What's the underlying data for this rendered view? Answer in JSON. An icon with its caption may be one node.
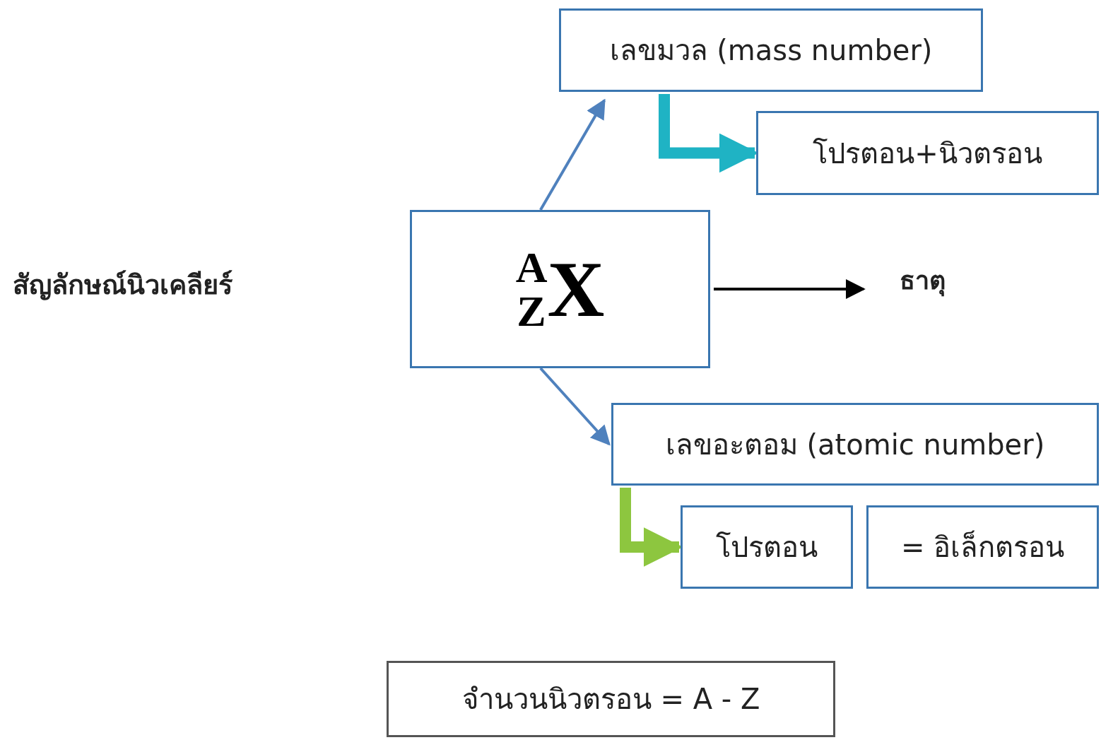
{
  "diagram": {
    "nodes": [
      {
        "text": [
          "A",
          "Z",
          "X"
        ]
      },
      {
        "text": [
          "เลขมวล (mass number)"
        ]
      },
      {
        "text": [
          "โปรตอน+นิวตรอน"
        ]
      },
      {
        "text": [
          "ธาตุ"
        ]
      },
      {
        "text": [
          "เลขอะตอม (atomic number)"
        ]
      },
      {
        "text": [
          "โปรตอน"
        ]
      },
      {
        "text": [
          "= อิเล็กตรอน"
        ]
      },
      {
        "text": [
          "จำนวนนิวตรอน = A - Z"
        ]
      }
    ],
    "edges": [
      {
        "from": 0,
        "to": 1,
        "arrow": "to"
      },
      {
        "from": 0,
        "to": 3,
        "arrow": "to",
        "color": "#000000"
      },
      {
        "from": 0,
        "to": 4,
        "arrow": "to"
      },
      {
        "from": 1,
        "to": 2,
        "arrow": "to",
        "style": "thick",
        "color": "#1fb3c4"
      },
      {
        "from": 4,
        "to": 5,
        "arrow": "to",
        "style": "thick",
        "color": "#8dc63f"
      }
    ],
    "labels": [
      "สัญลักษณ์นิวเคลียร์"
    ]
  }
}
